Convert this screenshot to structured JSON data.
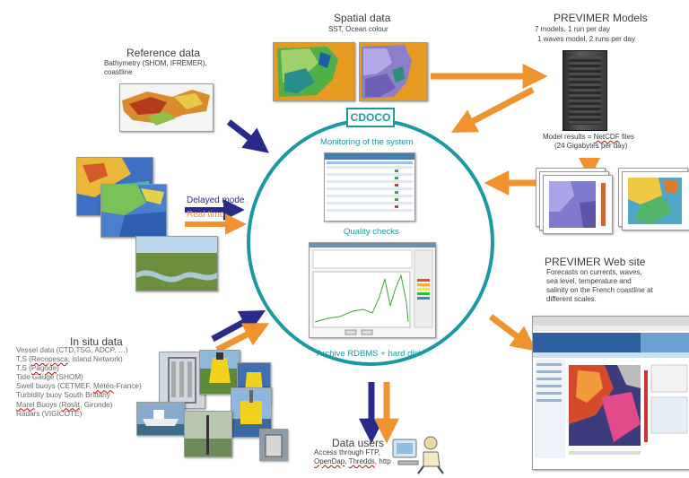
{
  "center": {
    "title": "CDOCO",
    "monitoring": "Monitoring of the system",
    "quality": "Quality checks",
    "archive": "Archive RDBMS + hard disk"
  },
  "spatial": {
    "title": "Spatial data",
    "subtitle": "SST, Ocean colour"
  },
  "reference": {
    "title": "Reference data",
    "line1": "Bathymetry (SHOM, IFREMER),",
    "line2": "coastline"
  },
  "models": {
    "title": "PREVIMER Models",
    "line1": "7 models, 1 run per day",
    "line2": "1 waves model, 2 runs per day",
    "results1_pre": "Model results = ",
    "results1_link": "NetCDF",
    "results1_post": " files",
    "results2": "(24 Gigabytes per day)"
  },
  "delayed": {
    "label": "Delayed mode",
    "color": "#2a2a8a"
  },
  "realtime": {
    "label": "Real time",
    "color": "#f0922e"
  },
  "website": {
    "title": "PREVIMER Web site",
    "lines": [
      "Forecasts on currents, waves,",
      "sea level, temperature and",
      "salinity on the French coastline at",
      "different scales."
    ]
  },
  "insitu": {
    "title": "In situ data",
    "l1": "Vessel data (CTD,TSG, ADCP, …)",
    "l2_pre": "T,S (",
    "l2_link": "Recopesca",
    "l2_post": ", island Network)",
    "l3_pre": "T,S (",
    "l3_link": "Pagode",
    "l3_post": ")",
    "l4": "Tide Gauge (SHOM)",
    "l5_pre": "Swell buoys (CETMEF, ",
    "l5_link": "Météo",
    "l5_post": "-France)",
    "l6": "Turbidity buoy South Brittany",
    "l7_link1": "Marel",
    "l7_mid": " Buoys (",
    "l7_link2": "Roslit",
    "l7_post": ", Gironde)",
    "l8": "Radars (VIGICOTE)"
  },
  "users": {
    "title": "Data users",
    "line1": "Access through FTP,",
    "l2_link1": "OpenDap",
    "l2_mid": ", ",
    "l2_link2": "Thredds",
    "l2_post": ", http"
  },
  "colors": {
    "teal": "#1a9aa0",
    "navy": "#2a2a8a",
    "orange": "#f0922e"
  }
}
